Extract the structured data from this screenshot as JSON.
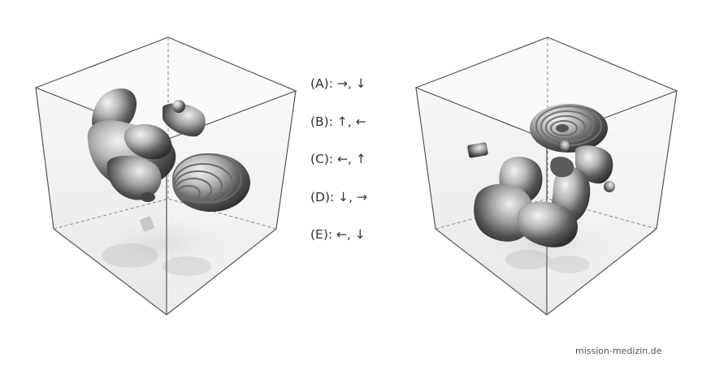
{
  "options": [
    {
      "label": "(A): →, ↓"
    },
    {
      "label": "(B): ↑, ←"
    },
    {
      "label": "(C): ←, ↑"
    },
    {
      "label": "(D): ↓, →"
    },
    {
      "label": "(E): ←, ↓"
    }
  ],
  "watermark": "mission-medizin.de",
  "colors": {
    "cube_edge": "#555555",
    "cube_face": "#eeeeee",
    "object_dark": "#3a3a3a",
    "object_light": "#f2f2f2"
  },
  "icons": [
    "left-cube-3d-object",
    "right-cube-3d-object"
  ]
}
